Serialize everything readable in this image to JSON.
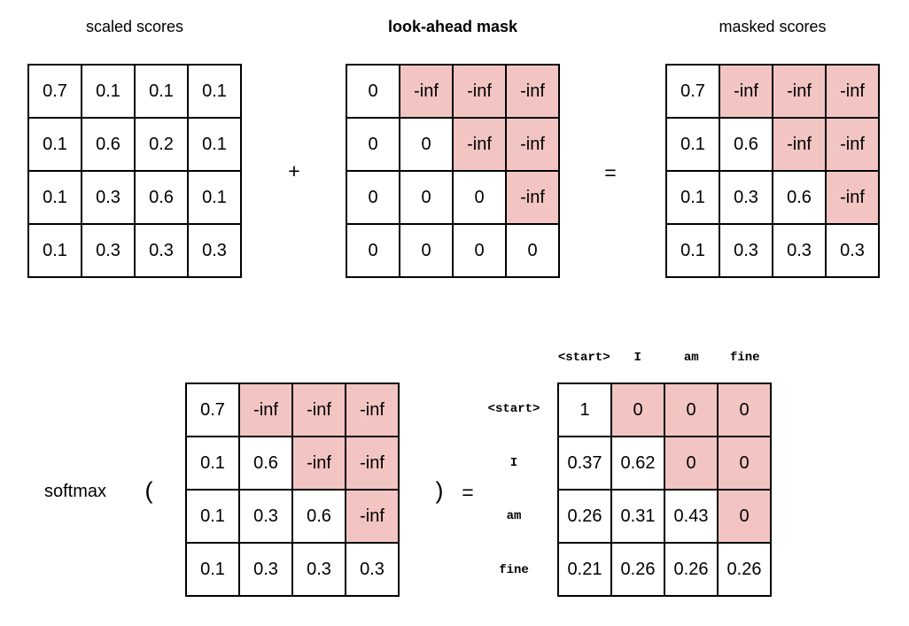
{
  "colors": {
    "masked_cell": "#f2c5c3",
    "grid_border": "#000000",
    "text": "#000000",
    "background": "#ffffff"
  },
  "top_row": {
    "scaled_scores": {
      "title": "scaled scores",
      "values": [
        [
          "0.7",
          "0.1",
          "0.1",
          "0.1"
        ],
        [
          "0.1",
          "0.6",
          "0.2",
          "0.1"
        ],
        [
          "0.1",
          "0.3",
          "0.6",
          "0.1"
        ],
        [
          "0.1",
          "0.3",
          "0.3",
          "0.3"
        ]
      ],
      "masked": [
        [
          0,
          0,
          0,
          0
        ],
        [
          0,
          0,
          0,
          0
        ],
        [
          0,
          0,
          0,
          0
        ],
        [
          0,
          0,
          0,
          0
        ]
      ]
    },
    "plus_sign": "+",
    "look_ahead_mask": {
      "title": "look-ahead mask",
      "values": [
        [
          "0",
          "-inf",
          "-inf",
          "-inf"
        ],
        [
          "0",
          "0",
          "-inf",
          "-inf"
        ],
        [
          "0",
          "0",
          "0",
          "-inf"
        ],
        [
          "0",
          "0",
          "0",
          "0"
        ]
      ],
      "masked": [
        [
          0,
          1,
          1,
          1
        ],
        [
          0,
          0,
          1,
          1
        ],
        [
          0,
          0,
          0,
          1
        ],
        [
          0,
          0,
          0,
          0
        ]
      ]
    },
    "equals_sign": "=",
    "masked_scores": {
      "title": "masked scores",
      "values": [
        [
          "0.7",
          "-inf",
          "-inf",
          "-inf"
        ],
        [
          "0.1",
          "0.6",
          "-inf",
          "-inf"
        ],
        [
          "0.1",
          "0.3",
          "0.6",
          "-inf"
        ],
        [
          "0.1",
          "0.3",
          "0.3",
          "0.3"
        ]
      ],
      "masked": [
        [
          0,
          1,
          1,
          1
        ],
        [
          0,
          0,
          1,
          1
        ],
        [
          0,
          0,
          0,
          1
        ],
        [
          0,
          0,
          0,
          0
        ]
      ]
    }
  },
  "bottom_row": {
    "softmax_label": "softmax",
    "open_paren": "(",
    "masked_scores": {
      "values": [
        [
          "0.7",
          "-inf",
          "-inf",
          "-inf"
        ],
        [
          "0.1",
          "0.6",
          "-inf",
          "-inf"
        ],
        [
          "0.1",
          "0.3",
          "0.6",
          "-inf"
        ],
        [
          "0.1",
          "0.3",
          "0.3",
          "0.3"
        ]
      ],
      "masked": [
        [
          0,
          1,
          1,
          1
        ],
        [
          0,
          0,
          1,
          1
        ],
        [
          0,
          0,
          0,
          1
        ],
        [
          0,
          0,
          0,
          0
        ]
      ]
    },
    "close_paren": ")",
    "equals_sign": "=",
    "attention_weights": {
      "col_labels": [
        "<start>",
        "I",
        "am",
        "fine"
      ],
      "row_labels": [
        "<start>",
        "I",
        "am",
        "fine"
      ],
      "values": [
        [
          "1",
          "0",
          "0",
          "0"
        ],
        [
          "0.37",
          "0.62",
          "0",
          "0"
        ],
        [
          "0.26",
          "0.31",
          "0.43",
          "0"
        ],
        [
          "0.21",
          "0.26",
          "0.26",
          "0.26"
        ]
      ],
      "masked": [
        [
          0,
          1,
          1,
          1
        ],
        [
          0,
          0,
          1,
          1
        ],
        [
          0,
          0,
          0,
          1
        ],
        [
          0,
          0,
          0,
          0
        ]
      ]
    }
  }
}
